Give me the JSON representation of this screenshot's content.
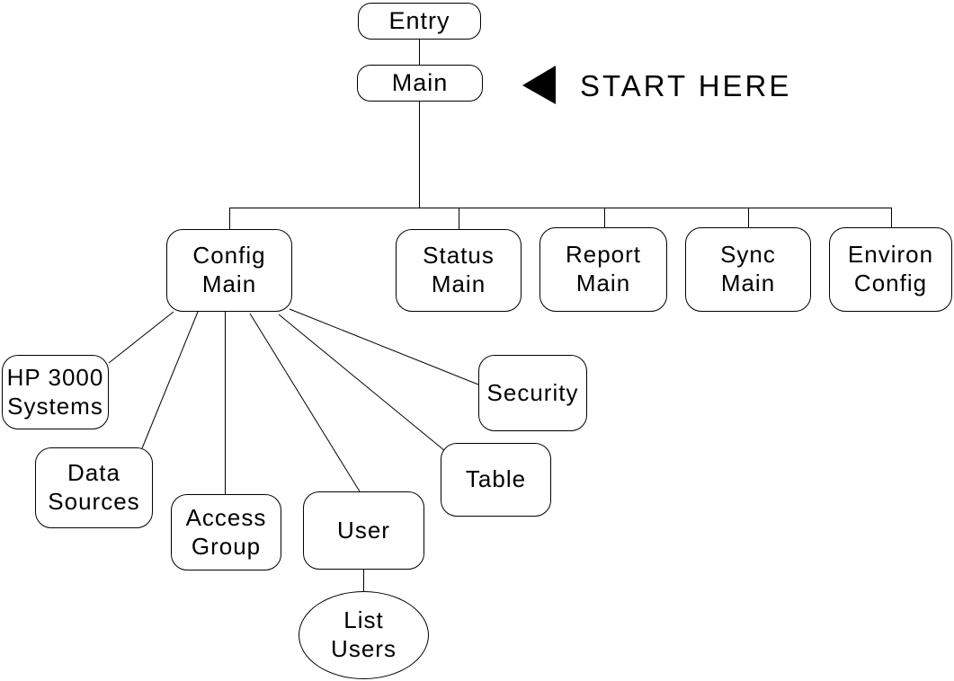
{
  "diagram": {
    "title": "menu-hierarchy-tree",
    "annotation": {
      "start_here": "START HERE"
    },
    "colors": {
      "line": "#000000",
      "background": "#ffffff",
      "text": "#000000"
    },
    "nodes": {
      "entry": {
        "label": "Entry",
        "shape": "rounded-rect"
      },
      "main": {
        "label": "Main",
        "shape": "rounded-rect"
      },
      "config_main": {
        "label": "Config\nMain",
        "shape": "rounded-rect"
      },
      "status_main": {
        "label": "Status\nMain",
        "shape": "rounded-rect"
      },
      "report_main": {
        "label": "Report\nMain",
        "shape": "rounded-rect"
      },
      "sync_main": {
        "label": "Sync\nMain",
        "shape": "rounded-rect"
      },
      "environ_config": {
        "label": "Environ\nConfig",
        "shape": "rounded-rect"
      },
      "hp_3000_systems": {
        "label": "HP 3000\nSystems",
        "shape": "rounded-rect"
      },
      "data_sources": {
        "label": "Data\nSources",
        "shape": "rounded-rect"
      },
      "access_group": {
        "label": "Access\nGroup",
        "shape": "rounded-rect"
      },
      "user": {
        "label": "User",
        "shape": "rounded-rect"
      },
      "table": {
        "label": "Table",
        "shape": "rounded-rect"
      },
      "security": {
        "label": "Security",
        "shape": "rounded-rect"
      },
      "list_users": {
        "label": "List\nUsers",
        "shape": "ellipse"
      }
    },
    "edges": [
      {
        "from": "entry",
        "to": "main"
      },
      {
        "from": "main",
        "to": "config_main"
      },
      {
        "from": "main",
        "to": "status_main"
      },
      {
        "from": "main",
        "to": "report_main"
      },
      {
        "from": "main",
        "to": "sync_main"
      },
      {
        "from": "main",
        "to": "environ_config"
      },
      {
        "from": "config_main",
        "to": "hp_3000_systems"
      },
      {
        "from": "config_main",
        "to": "data_sources"
      },
      {
        "from": "config_main",
        "to": "access_group"
      },
      {
        "from": "config_main",
        "to": "user"
      },
      {
        "from": "config_main",
        "to": "table"
      },
      {
        "from": "config_main",
        "to": "security"
      },
      {
        "from": "user",
        "to": "list_users"
      }
    ]
  }
}
